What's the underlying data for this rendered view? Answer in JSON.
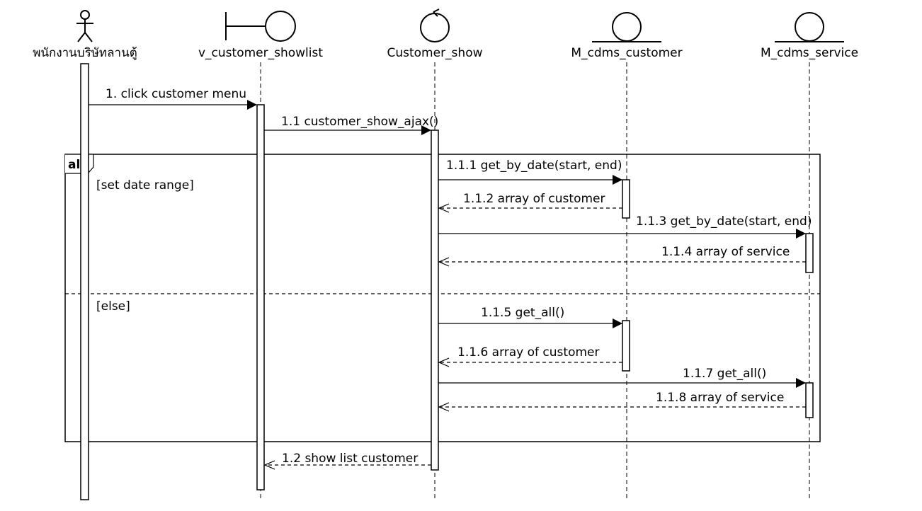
{
  "diagram": {
    "participants": [
      {
        "label": "พนักงานบริษัทลานตู้",
        "icon": "actor-icon"
      },
      {
        "label": "v_customer_showlist",
        "icon": "boundary-icon"
      },
      {
        "label": "Customer_show",
        "icon": "control-icon"
      },
      {
        "label": "M_cdms_customer",
        "icon": "entity-icon"
      },
      {
        "label": "M_cdms_service",
        "icon": "entity-icon"
      }
    ],
    "fragment": {
      "operator": "alt",
      "guards": [
        "[set date range]",
        "[else]"
      ]
    },
    "messages": [
      {
        "label": "1. click customer menu",
        "from": 0,
        "to": 1,
        "style": "sync"
      },
      {
        "label": "1.1 customer_show_ajax()",
        "from": 1,
        "to": 2,
        "style": "sync"
      },
      {
        "label": "1.1.1 get_by_date(start, end)",
        "from": 2,
        "to": 3,
        "style": "sync"
      },
      {
        "label": "1.1.2 array of customer",
        "from": 3,
        "to": 2,
        "style": "return"
      },
      {
        "label": "1.1.3 get_by_date(start, end)",
        "from": 2,
        "to": 4,
        "style": "sync"
      },
      {
        "label": "1.1.4 array of service",
        "from": 4,
        "to": 2,
        "style": "return"
      },
      {
        "label": "1.1.5 get_all()",
        "from": 2,
        "to": 3,
        "style": "sync"
      },
      {
        "label": "1.1.6 array of customer",
        "from": 3,
        "to": 2,
        "style": "return"
      },
      {
        "label": "1.1.7 get_all()",
        "from": 2,
        "to": 4,
        "style": "sync"
      },
      {
        "label": "1.1.8 array of service",
        "from": 4,
        "to": 2,
        "style": "return"
      },
      {
        "label": "1.2 show list customer",
        "from": 2,
        "to": 1,
        "style": "return"
      }
    ]
  }
}
